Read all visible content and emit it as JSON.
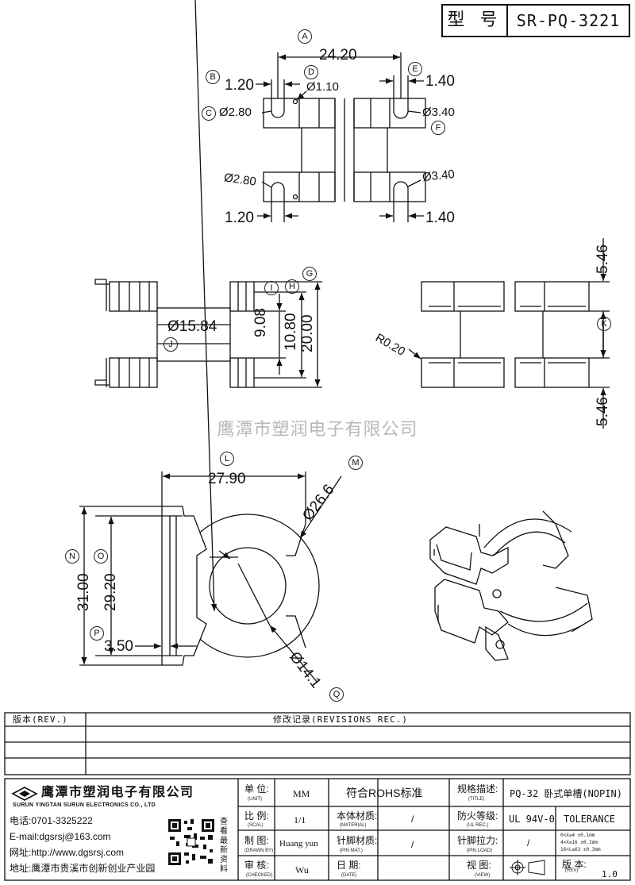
{
  "title_block": {
    "label": "型 号",
    "part_number": "SR-PQ-3221"
  },
  "watermark": "鹰潭市塑润电子有限公司",
  "top_view": {
    "dims": {
      "width": "24.20",
      "b": "1.20",
      "d": "Ø1.10",
      "e": "1.40",
      "c": "Ø2.80",
      "f": "Ø3.40",
      "bl": "Ø2.80",
      "br": "Ø3.40",
      "b2": "1.20",
      "e2": "1.40"
    },
    "markers": {
      "a": "A",
      "b": "B",
      "c": "C",
      "d": "D",
      "e": "E",
      "f": "F"
    }
  },
  "side_view": {
    "dims": {
      "j": "Ø15.84",
      "i": "9.08",
      "h": "10.80",
      "g": "20.00"
    },
    "markers": {
      "g": "G",
      "h": "H",
      "i": "I",
      "j": "J"
    }
  },
  "end_view": {
    "dims": {
      "k_top": "5.46",
      "k_bot": "5.46",
      "r": "R0.20"
    },
    "markers": {
      "k": "K"
    }
  },
  "front_view": {
    "dims": {
      "l": "27.90",
      "m": "Ø26.6",
      "n": "31.00",
      "o": "29.20",
      "p": "3.50",
      "q": "Ø14.1"
    },
    "markers": {
      "l": "L",
      "m": "M",
      "n": "N",
      "o": "O",
      "p": "P",
      "q": "Q"
    }
  },
  "revisions": {
    "rev_header": "版本(REV.)",
    "rec_header": "修改记录(REVISIONS REC.)"
  },
  "company": {
    "name_cn": "鹰潭市塑润电子有限公司",
    "name_en": "SURUN YINGTAN SURUN ELECTRONICS CO., LTD",
    "phone": "电话:0701-3325222",
    "email": "E-mail:dgsrsj@163.com",
    "web": "网址:http://www.dgsrsj.com",
    "address": "地址:鹰潭市贵溪市创新创业产业园",
    "qr_caption": "查看最新资料"
  },
  "spec": {
    "unit_label": "单 位:",
    "unit_en": "(UNIT)",
    "unit": "MM",
    "rohs": "符合ROHS标准",
    "title_label": "规格描述:",
    "title_en": "(TITLE)",
    "title": "PQ-32 卧式单槽(NOPIN)",
    "scale_label": "比 例:",
    "scale_en": "(SCAL)",
    "scale": "1/1",
    "material_label": "本体材质:",
    "material_en": "(MATERIAL)",
    "material": "/",
    "ul_label": "防火等级:",
    "ul_en": "(UL REC.)",
    "ul": "UL 94V-0",
    "tolerance": "TOLERANCE",
    "drawn_label": "制 图:",
    "drawn_en": "(DRAWN BY)",
    "drawn": "Huang yun",
    "pinmat_label": "针脚材质:",
    "pinmat_en": "(PIN MAT.)",
    "pinmat": "/",
    "pinload_label": "针脚拉力:",
    "pinload_en": "(PIN LOAD)",
    "pinload": "/",
    "checked_label": "审 核:",
    "checked_en": "(CHECKED)",
    "checked": "Wu",
    "date_label": "日 期:",
    "date_en": "(DATE)",
    "date": "",
    "view_label": "视 图:",
    "view_en": "(VIEW)",
    "rev_label": "版 本:",
    "rev_en": "(REV)",
    "rev": "1.0",
    "tol_lines": [
      "0<X≤4   ±0.1mm",
      "4<X≤16  ±0.2mm",
      "16<L≤63 ±0.3mm"
    ]
  }
}
